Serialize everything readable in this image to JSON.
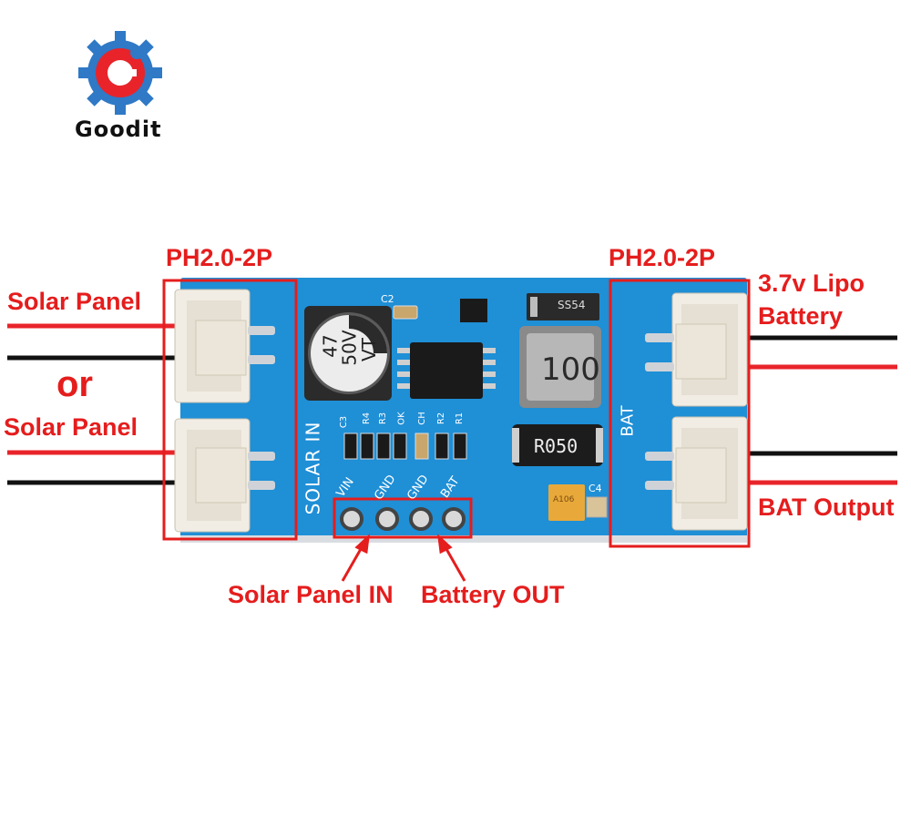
{
  "brand": {
    "logo_letter": "G",
    "logo_text": "Goodit",
    "colors": {
      "red": "#e8242a",
      "blue": "#2f79c6"
    }
  },
  "labels": {
    "connector_left": "PH2.0-2P",
    "connector_right": "PH2.0-2P",
    "solar_panel_1": "Solar Panel",
    "or": "or",
    "solar_panel_2": "Solar Panel",
    "lipo_line1": "3.7v Lipo",
    "lipo_line2": "Battery",
    "bat_output": "BAT Output",
    "solar_panel_in": "Solar Panel IN",
    "battery_out": "Battery OUT"
  },
  "pcb": {
    "silkscreen_solar_in": "SOLAR IN",
    "silkscreen_bat": "BAT",
    "pins": [
      "VIN",
      "GND",
      "GND",
      "BAT"
    ],
    "component_labels": [
      "C3",
      "R4",
      "R3",
      "OK",
      "CH",
      "R2",
      "R1",
      "C2",
      "C4"
    ],
    "capacitor_text_1": "47",
    "capacitor_text_2": "50V",
    "capacitor_text_3": "VT",
    "inductor_text": "100",
    "resistor_text": "R050",
    "diode_text": "SS54",
    "tantalum_text": "A106",
    "colors": {
      "board": "#1f8fd6",
      "annotation": "#e51d1d"
    }
  }
}
